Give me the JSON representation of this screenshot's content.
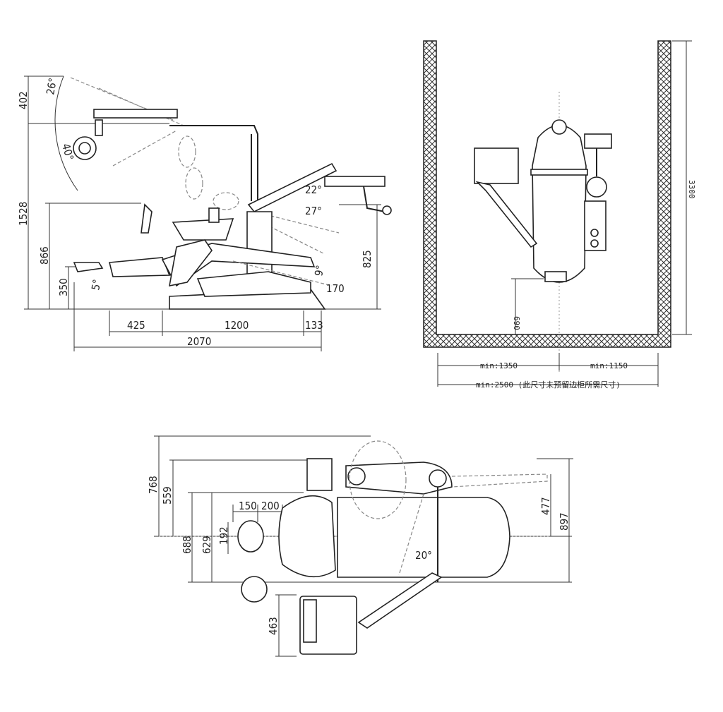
{
  "side_view": {
    "dims": {
      "h_1528": "1528",
      "h_866": "866",
      "h_350": "350",
      "h_402": "402",
      "h_825": "825",
      "w_425": "425",
      "w_1200": "1200",
      "w_133": "133",
      "w_2070": "2070",
      "w_170": "170"
    },
    "angles": {
      "a26": "26°",
      "a40": "40°",
      "a22": "22°",
      "a27": "27°",
      "a9": "9°",
      "a5": "5°"
    }
  },
  "room_view": {
    "dims": {
      "h_3300": "3300",
      "h_690": "690",
      "min_left": "min:1350",
      "min_right": "min:1150",
      "min_total": "min:2500 (此尺寸未预留边柜所需尺寸)"
    }
  },
  "top_view": {
    "dims": {
      "h_768": "768",
      "h_559": "559",
      "h_688": "688",
      "h_629": "629",
      "h_192": "192",
      "w_150": "150",
      "w_200": "200",
      "h_477": "477",
      "h_897": "897",
      "h_463": "463"
    },
    "angles": {
      "a20": "20°"
    }
  }
}
